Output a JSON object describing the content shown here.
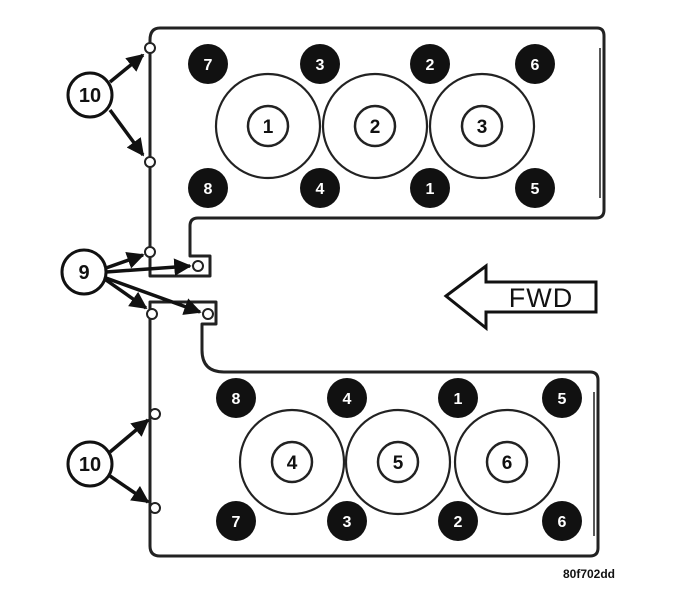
{
  "fwd_label": "FWD",
  "figure_id": "80f702dd",
  "upper_head": {
    "cylinders": [
      "1",
      "2",
      "3"
    ],
    "bolts_top": [
      "7",
      "3",
      "2",
      "6"
    ],
    "bolts_bottom": [
      "8",
      "4",
      "1",
      "5"
    ]
  },
  "lower_head": {
    "cylinders": [
      "4",
      "5",
      "6"
    ],
    "bolts_top": [
      "8",
      "4",
      "1",
      "5"
    ],
    "bolts_bottom": [
      "7",
      "3",
      "2",
      "6"
    ]
  },
  "callouts": {
    "upper_side": "10",
    "middle": "9",
    "lower_side": "10"
  },
  "colors": {
    "line": "#222222",
    "bolt_fill": "#111111",
    "background": "#ffffff"
  }
}
